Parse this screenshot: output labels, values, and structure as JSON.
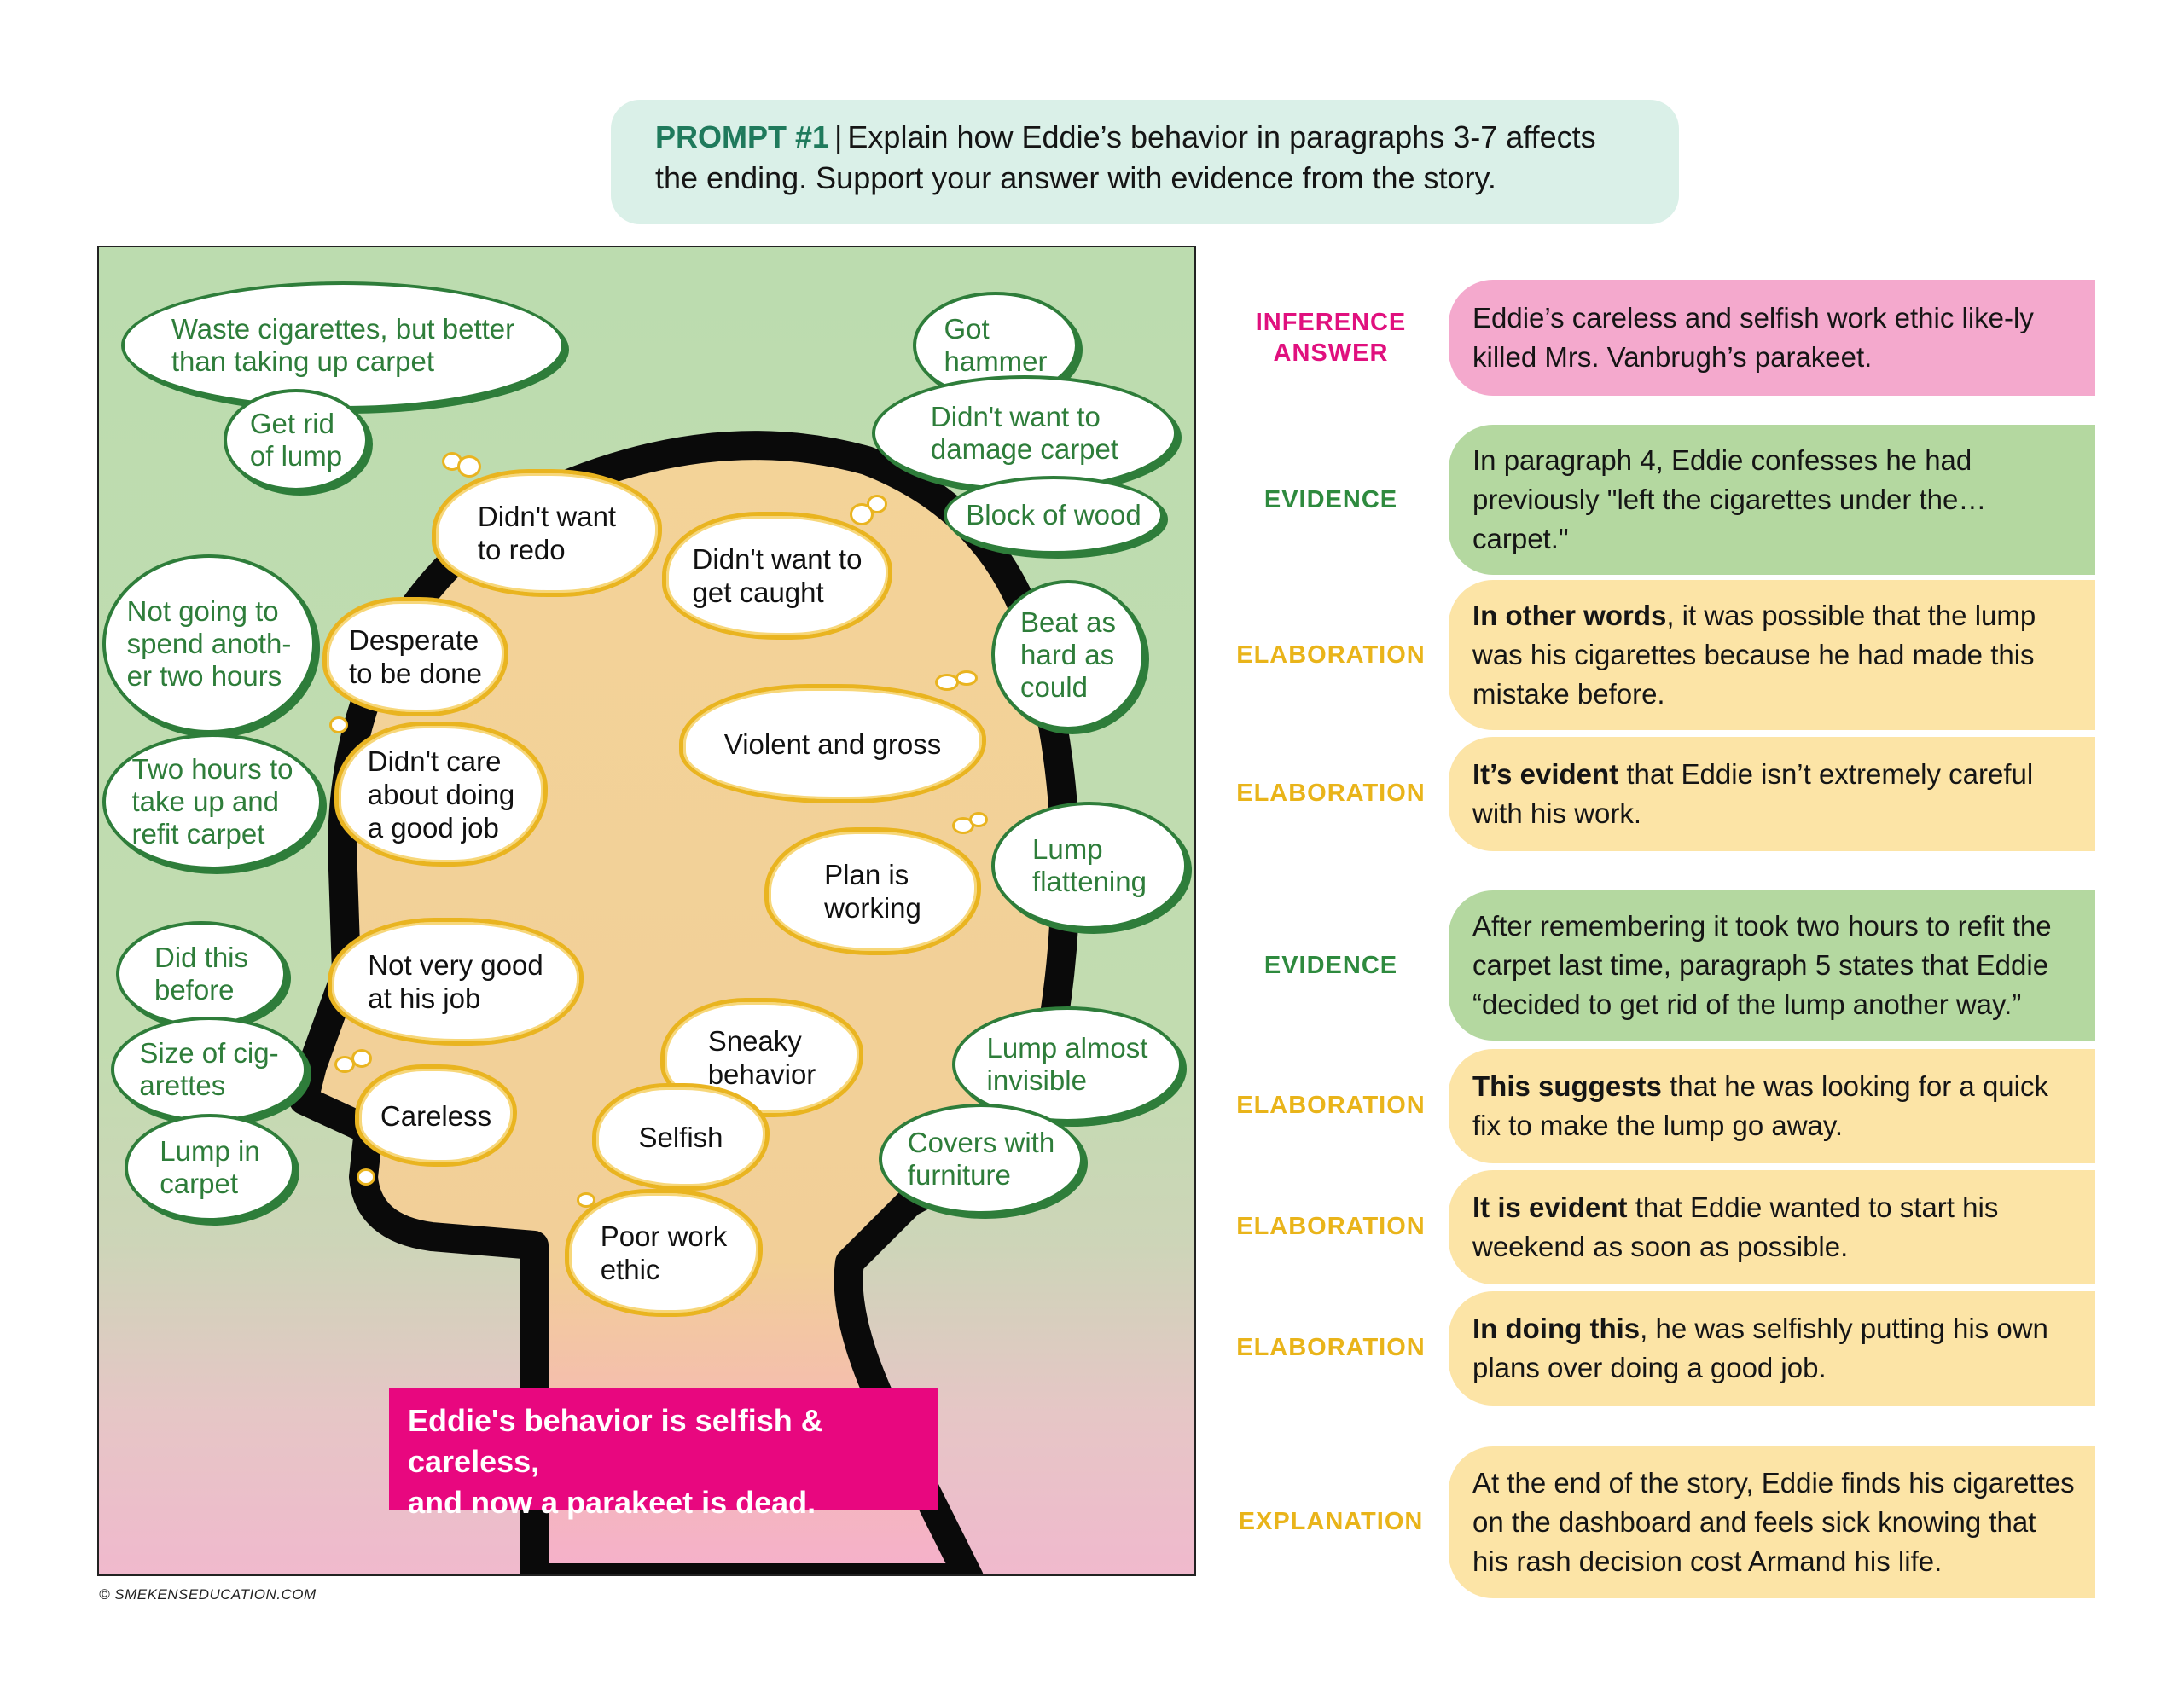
{
  "prompt": {
    "number": "PROMPT #1",
    "separator": "|",
    "text": "Explain how Eddie’s behavior in paragraphs 3-7 affects the ending. Support your answer with evidence from the story."
  },
  "figure": {
    "speech_bubbles": [
      {
        "lines": [
          "Waste cigarettes, but better",
          "than taking up carpet"
        ]
      },
      {
        "lines": [
          "Get rid",
          "of lump"
        ]
      },
      {
        "lines": [
          "Got",
          "hammer"
        ]
      },
      {
        "lines": [
          "Didn't want to",
          "damage carpet"
        ]
      },
      {
        "lines": [
          "Block of wood"
        ]
      },
      {
        "lines": [
          "Not going to",
          "spend anoth-",
          "er two hours"
        ]
      },
      {
        "lines": [
          "Two hours to",
          "take up and",
          "refit carpet"
        ]
      },
      {
        "lines": [
          "Beat as",
          "hard as",
          "could"
        ]
      },
      {
        "lines": [
          "Lump",
          "flattening"
        ]
      },
      {
        "lines": [
          "Did this",
          "before"
        ]
      },
      {
        "lines": [
          "Size of cig-",
          "arettes"
        ]
      },
      {
        "lines": [
          "Lump in",
          "carpet"
        ]
      },
      {
        "lines": [
          "Lump almost",
          "invisible"
        ]
      },
      {
        "lines": [
          "Covers with",
          "furniture"
        ]
      }
    ],
    "thought_bubbles": [
      {
        "lines": [
          "Didn't want",
          "to redo"
        ]
      },
      {
        "lines": [
          "Didn't want to",
          "get caught"
        ]
      },
      {
        "lines": [
          "Desperate",
          "to be done"
        ]
      },
      {
        "lines": [
          "Didn't care",
          "about doing",
          "a good job"
        ]
      },
      {
        "lines": [
          "Violent and gross"
        ]
      },
      {
        "lines": [
          "Plan is",
          "working"
        ]
      },
      {
        "lines": [
          "Not very good",
          "at his job"
        ]
      },
      {
        "lines": [
          "Sneaky",
          "behavior"
        ]
      },
      {
        "lines": [
          "Careless"
        ]
      },
      {
        "lines": [
          "Selfish"
        ]
      },
      {
        "lines": [
          "Poor work",
          "ethic"
        ]
      }
    ],
    "verdict": [
      "Eddie's behavior is selfish & careless,",
      "and now a parakeet is dead."
    ],
    "copyright": "© SMEKENSEDUCATION.COM"
  },
  "rows": [
    {
      "label": [
        "INFERENCE",
        "ANSWER"
      ],
      "kind": "pink",
      "bold": "",
      "text": "Eddie’s careless and selfish work ethic like-ly killed Mrs. Vanbrugh’s parakeet."
    },
    {
      "label": [
        "EVIDENCE"
      ],
      "kind": "green",
      "bold": "",
      "text": "In paragraph 4, Eddie confesses he had previously \"left the cigarettes under the… carpet.\""
    },
    {
      "label": [
        "ELABORATION"
      ],
      "kind": "yellow",
      "bold": "In other words",
      "text": ", it was possible that the lump was his cigarettes because he had made this mistake before."
    },
    {
      "label": [
        "ELABORATION"
      ],
      "kind": "yellow",
      "bold": "It’s evident",
      "text": " that Eddie isn’t extremely careful with his work."
    },
    {
      "label": [
        "EVIDENCE"
      ],
      "kind": "green",
      "bold": "",
      "text": "After remembering it took two hours to refit the carpet last time, paragraph 5 states that Eddie “decided to get rid of the lump another way.”"
    },
    {
      "label": [
        "ELABORATION"
      ],
      "kind": "yellow",
      "bold": "This suggests",
      "text": " that he was looking for a quick fix to make the lump go away."
    },
    {
      "label": [
        "ELABORATION"
      ],
      "kind": "yellow",
      "bold": "It is evident",
      "text": " that Eddie wanted to start his weekend as soon as possible."
    },
    {
      "label": [
        "ELABORATION"
      ],
      "kind": "yellow",
      "bold": "In doing this",
      "text": ", he was selfishly putting his own plans over doing a good job."
    },
    {
      "label": [
        "EXPLANATION"
      ],
      "kind": "yellow",
      "bold": "",
      "text": "At the end of the story, Eddie finds his cigarettes on the dashboard and feels sick knowing that his rash decision cost Armand his life."
    }
  ],
  "colors": {
    "prompt_bg": "#daf0e8",
    "prompt_accent": "#1f7a5c",
    "inference": "#e0107e",
    "evidence": "#2e8a3e",
    "elaboration": "#e9b41a",
    "verdict_bg": "#e8077f"
  }
}
